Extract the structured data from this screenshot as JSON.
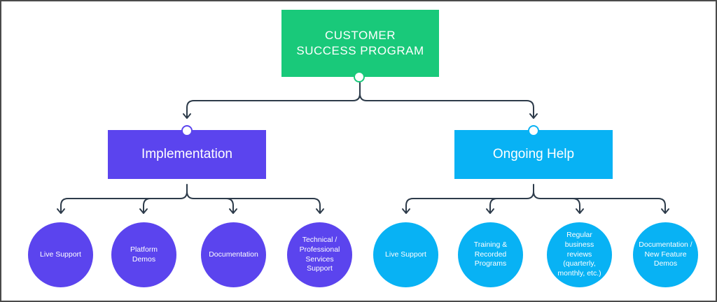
{
  "root": {
    "title_line1": "CUSTOMER",
    "title_line2": "SUCCESS PROGRAM",
    "color": "#19c97a"
  },
  "branches": [
    {
      "label": "Implementation",
      "color": "#5b44ee",
      "children": [
        {
          "label": "Live Support"
        },
        {
          "label": "Platform Demos"
        },
        {
          "label": "Documentation"
        },
        {
          "label": "Technical / Professional Services Support"
        }
      ]
    },
    {
      "label": "Ongoing Help",
      "color": "#08b2f4",
      "children": [
        {
          "label": "Live Support"
        },
        {
          "label": "Training & Recorded Programs"
        },
        {
          "label": "Regular business reviews (quarterly, monthly, etc.)"
        },
        {
          "label": "Documentation / New Feature Demos"
        }
      ]
    }
  ],
  "connector_color": "#2d3b4a"
}
